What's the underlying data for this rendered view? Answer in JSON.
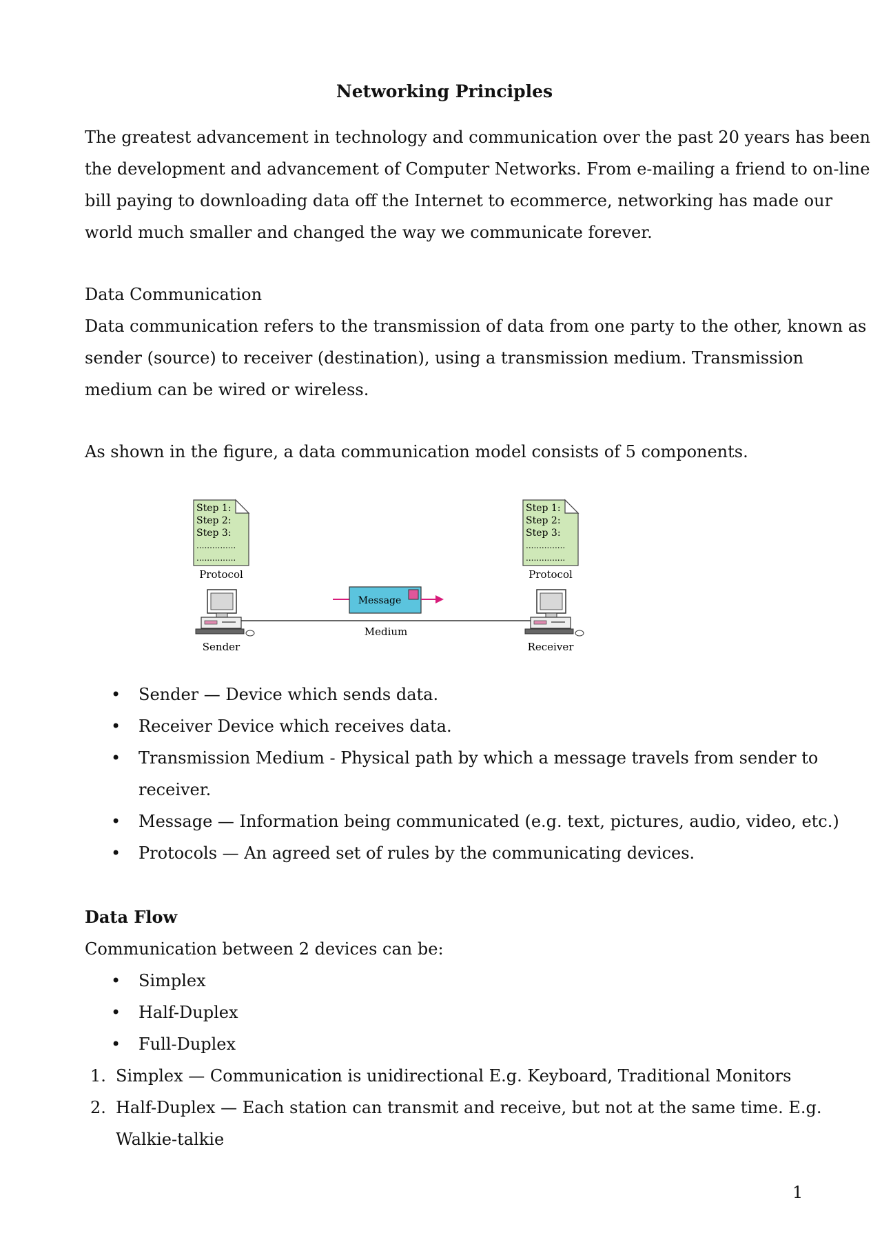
{
  "title": "Networking Principles",
  "intro_lines": [
    "The greatest advancement in technology and communication over the past 20 years has been",
    "the development and advancement of Computer Networks. From e-mailing a friend to on-line",
    "bill paying to downloading data off the Internet to ecommerce, networking has made our",
    "world much smaller and changed the way we communicate forever."
  ],
  "data_communication": {
    "heading": "Data Communication",
    "lines": [
      "Data communication refers to the transmission of data from one party to the other, known as",
      "sender (source) to receiver (destination), using a transmission medium. Transmission",
      "medium can be wired or wireless."
    ],
    "figure_intro": "As shown in the figure, a data communication model consists of 5 components."
  },
  "figure": {
    "sender_protocol_steps": [
      "Step 1:",
      "Step 2:",
      "Step 3:",
      "...............",
      "..............."
    ],
    "receiver_protocol_steps": [
      "Step 1:",
      "Step 2:",
      "Step 3:",
      "...............",
      "..............."
    ],
    "protocol_label_left": "Protocol",
    "protocol_label_right": "Protocol",
    "message_label": "Message",
    "medium_label": "Medium",
    "sender_label": "Sender",
    "receiver_label": "Receiver",
    "colors": {
      "protocol_paper": "#cfe8b8",
      "message_box": "#5bc4de",
      "arrow": "#d81b7a",
      "message_square": "#e0569a"
    }
  },
  "components": [
    "Sender — Device which sends data.",
    "Receiver Device which receives data.",
    "Transmission Medium - Physical path by which a message travels from sender to",
    "receiver.",
    "Message — Information being communicated (e.g. text, pictures, audio, video, etc.)",
    "Protocols — An agreed set of rules by the communicating devices."
  ],
  "data_flow": {
    "heading": "Data Flow",
    "intro": "Communication between 2 devices can be:",
    "modes": [
      "Simplex",
      "Half-Duplex",
      "Full-Duplex"
    ],
    "numbered": [
      {
        "num": "1.",
        "lines": [
          "Simplex — Communication is unidirectional E.g. Keyboard, Traditional Monitors"
        ]
      },
      {
        "num": "2.",
        "lines": [
          "Half-Duplex — Each station can transmit and receive, but not at the same time. E.g.",
          "Walkie-talkie"
        ]
      }
    ]
  },
  "page_number": "1"
}
